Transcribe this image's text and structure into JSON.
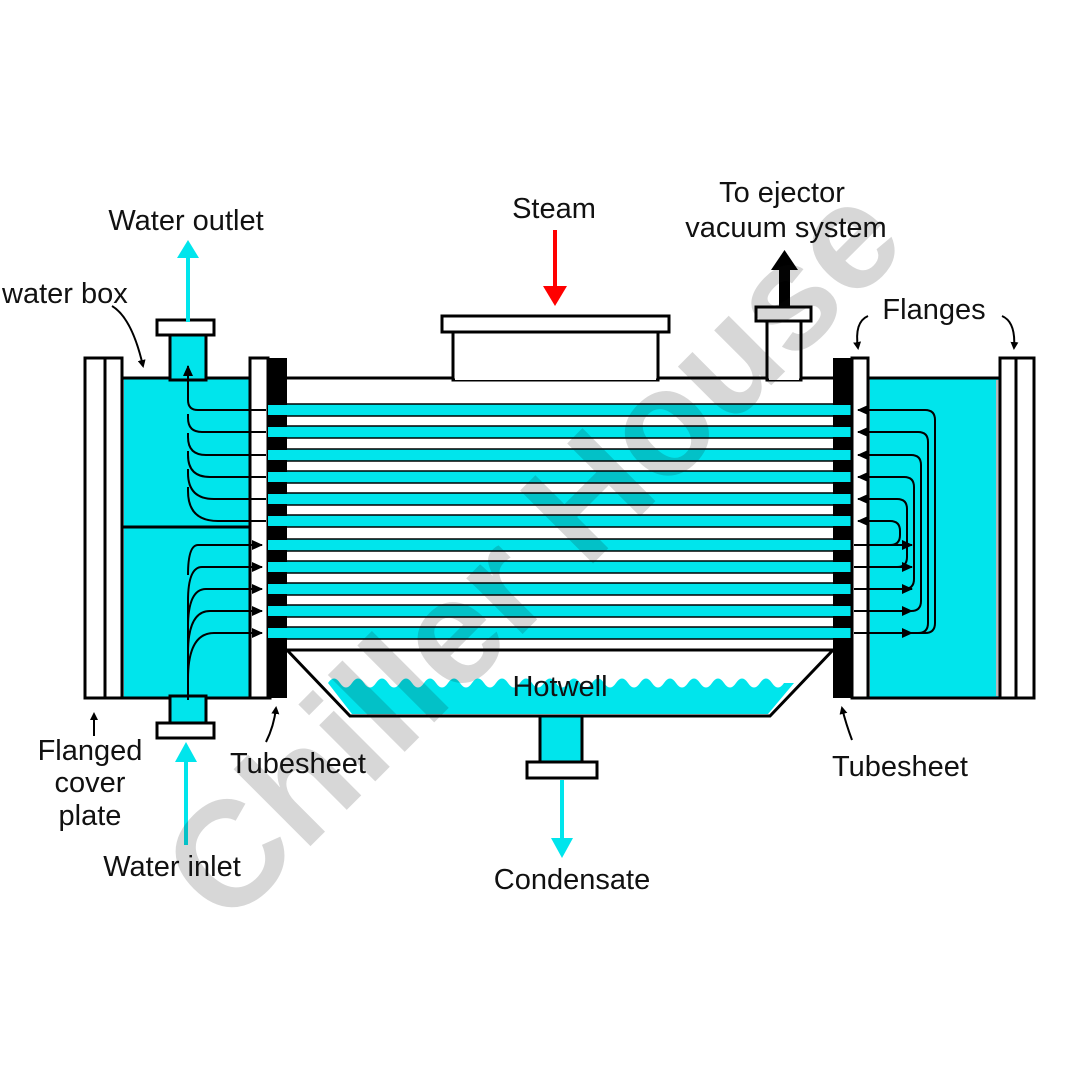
{
  "labels": {
    "water_outlet": "Water outlet",
    "steam": "Steam",
    "to_ejector_1": "To ejector",
    "to_ejector_2": "vacuum system",
    "water_box": "water box",
    "flanges": "Flanges",
    "hotwell": "Hotwell",
    "flanged_1": "Flanged",
    "flanged_2": "cover",
    "flanged_3": "plate",
    "tubesheet_left": "Tubesheet",
    "tubesheet_right": "Tubesheet",
    "water_inlet": "Water inlet",
    "condensate": "Condensate"
  },
  "watermark": "Chiller House",
  "colors": {
    "water": "#00e5ec",
    "steam_arrow": "#ff0000",
    "ejector_arrow": "#000000",
    "outline": "#000000"
  }
}
